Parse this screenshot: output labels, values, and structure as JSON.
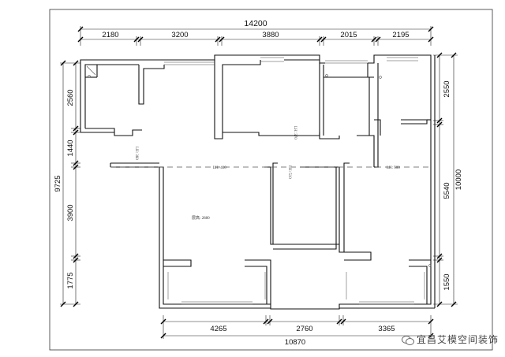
{
  "dimensions": {
    "top_total": "14200",
    "top_segments": [
      "2180",
      "3200",
      "3880",
      "2015",
      "2195"
    ],
    "left_total": "9725",
    "left_segments": [
      "2560",
      "1440",
      "3900",
      "1775"
    ],
    "right_total": "10000",
    "right_segments": [
      "2550",
      "5540",
      "1550"
    ],
    "bottom_segments": [
      "4265",
      "2760",
      "3365"
    ],
    "bottom_total": "10870"
  },
  "annotations": {
    "ceiling_height": "层高: 2880",
    "lh_left": "LH: 360",
    "lh_hall": "LH: 400",
    "lh_mid": "LH: 510",
    "lh_right": "LH: 500",
    "lh_vertical": "LH: 370"
  },
  "watermark": {
    "text": "宜昌艾模空间装饰",
    "icon": "wechat-icon"
  }
}
